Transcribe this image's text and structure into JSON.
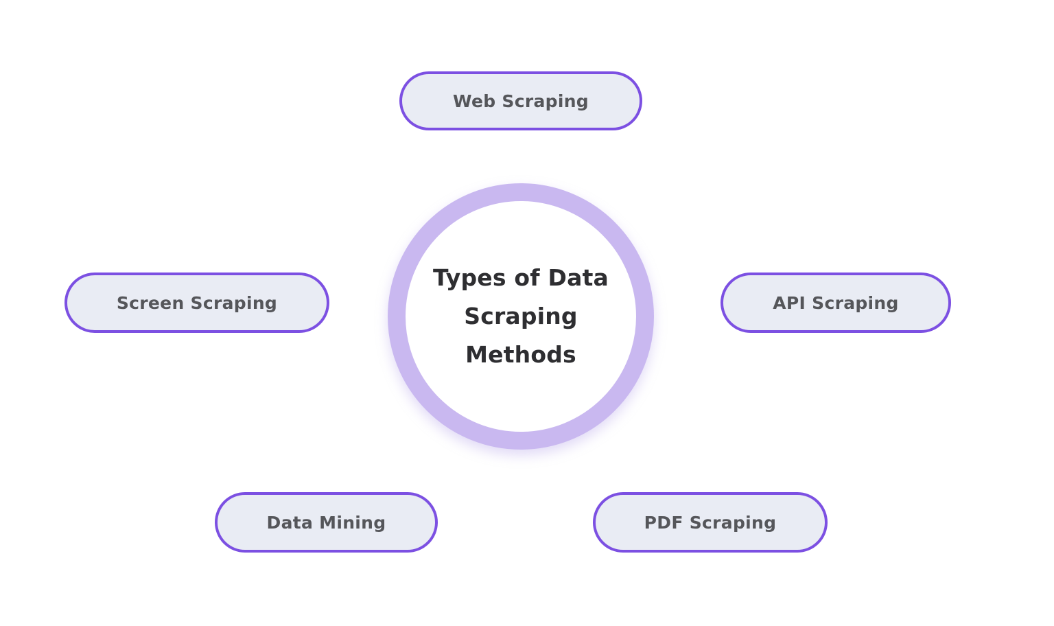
{
  "diagram": {
    "center": {
      "title": "Types of Data Scraping Methods",
      "title_lines": [
        "Types of Data",
        "Scraping",
        "Methods"
      ]
    },
    "nodes": [
      {
        "label": "Web Scraping",
        "position": "top"
      },
      {
        "label": "Screen Scraping",
        "position": "left"
      },
      {
        "label": "API Scraping",
        "position": "right"
      },
      {
        "label": "Data Mining",
        "position": "bottom-left"
      },
      {
        "label": "PDF Scraping",
        "position": "bottom-right"
      }
    ],
    "colors": {
      "node_border": "#7c50e2",
      "node_fill": "#e9ecf4",
      "node_text": "#55565a",
      "ring": "#c9b8f0",
      "center_fill": "#ffffff",
      "center_text": "#2e2e31",
      "background": "#ffffff"
    }
  }
}
